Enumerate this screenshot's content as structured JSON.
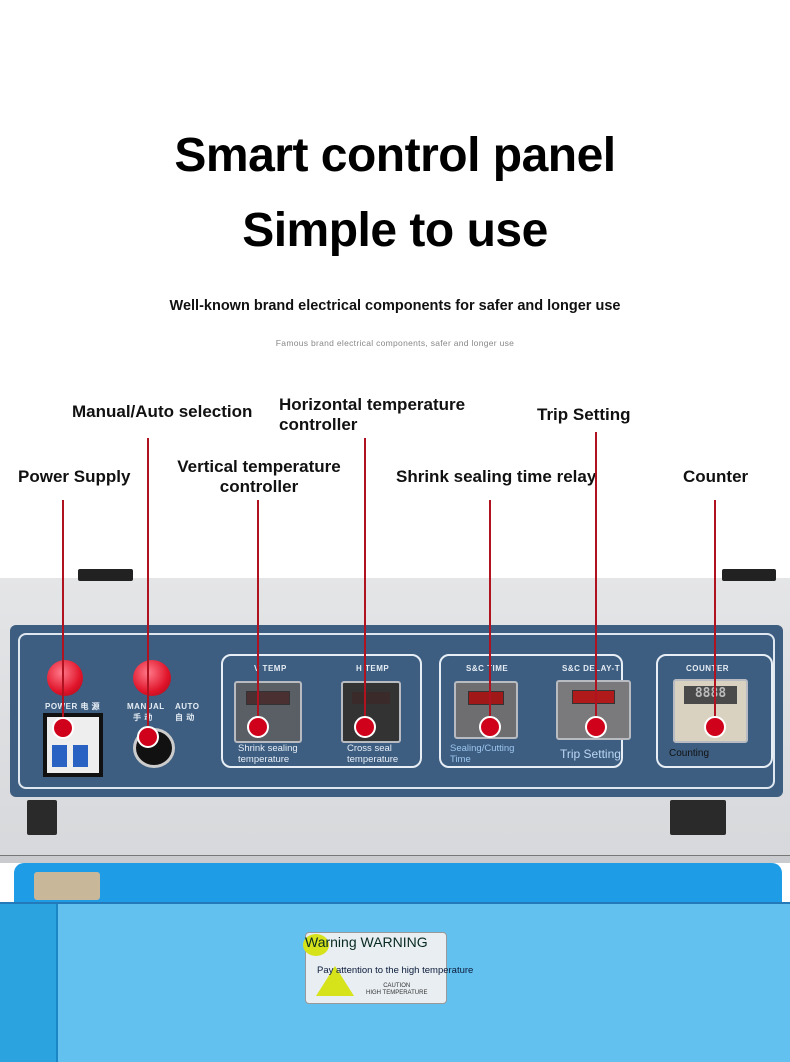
{
  "header": {
    "title_line1": "Smart control panel",
    "title_line2": "Simple to use",
    "subtitle": "Well-known brand electrical components for safer and longer use",
    "subtitle_small": "Famous brand electrical components, safer and longer use"
  },
  "callouts": {
    "manual_auto": "Manual/Auto selection",
    "horizontal_temp_1": "Horizontal temperature",
    "horizontal_temp_2": "controller",
    "trip_setting": "Trip Setting",
    "power_supply": "Power Supply",
    "vertical_temp_1": "Vertical temperature",
    "vertical_temp_2": "controller",
    "shrink_relay": "Shrink sealing time relay",
    "counter": "Counter"
  },
  "panel": {
    "power_label": "POWER 电 源",
    "manual_label": "MANUAL",
    "manual_cn": "手 动",
    "auto_label": "AUTO",
    "auto_cn": "自 动",
    "v_temp": "V  TEMP",
    "h_temp": "H  TEMP",
    "sc_time": "S&C TIME",
    "sc_delay": "S&C  DELAY-T",
    "counter": "COUNTER",
    "counter_digits": "8888",
    "cap_shrink_1": "Shrink sealing",
    "cap_shrink_2": "temperature",
    "cap_cross_1": "Cross seal",
    "cap_cross_2": "temperature",
    "cap_sealing_1": "Sealing/Cutting",
    "cap_sealing_2": "Time",
    "cap_trip": "Trip Setting",
    "cap_counting": "Counting"
  },
  "warning": {
    "title": "Warning WARNING",
    "text": "Pay attention to the high temperature",
    "sticker_1": "CAUTION",
    "sticker_2": "HIGH TEMPERATURE"
  },
  "colors": {
    "panel": "#3d5e80",
    "callout": "#c0121f",
    "lid": "#1f9ce6",
    "body": "#62c1ef"
  }
}
